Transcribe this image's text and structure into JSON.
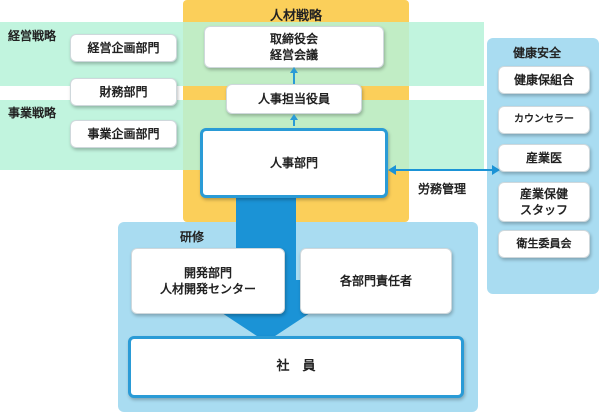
{
  "groups": {
    "hr_strategy": "人材戦略",
    "management_strategy": "経営戦略",
    "business_strategy": "事業戦略",
    "health_safety": "健康安全",
    "training": "研修"
  },
  "boxes": {
    "board": "取締役会\n経営会議",
    "management_planning": "経営企画部門",
    "finance": "財務部門",
    "hr_officer": "人事担当役員",
    "business_planning": "事業企画部門",
    "hr_department": "人事部門",
    "development": "開発部門\n人材開発センター",
    "dept_managers": "各部門責任者",
    "employees": "社　員"
  },
  "labor_management": "労務管理",
  "health_items": [
    "健康保組合",
    "カウンセラー",
    "産業医",
    "産業保健\nスタッフ",
    "衛生委員会"
  ],
  "colors": {
    "hr_band": "#fbcf5a",
    "mint_band": "#b6f2d8",
    "light_blue": "#a9dcf1",
    "arrow_blue": "#1b93d6"
  }
}
